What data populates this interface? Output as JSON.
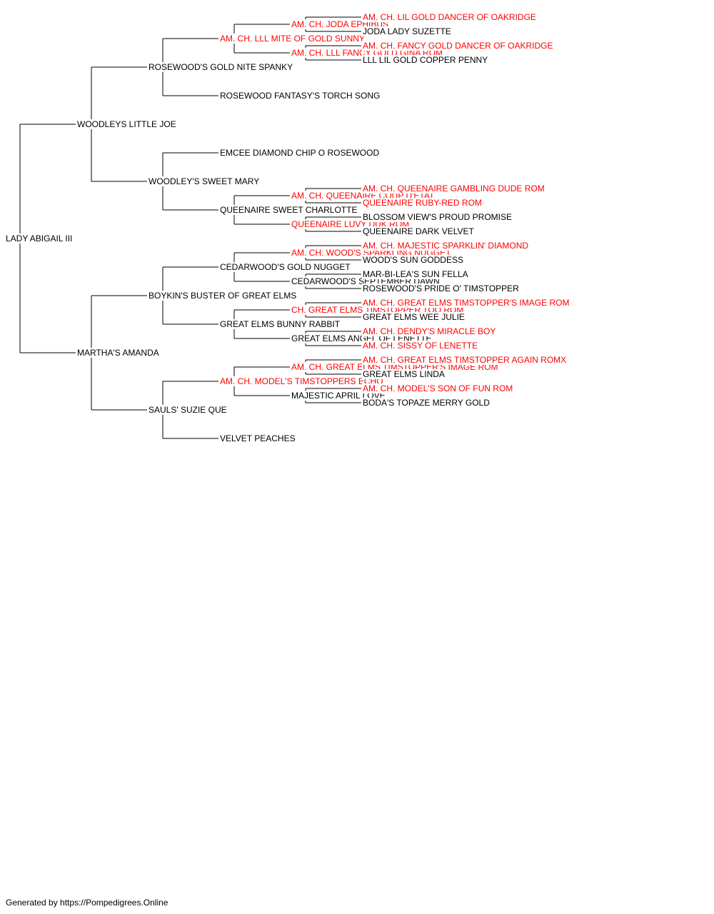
{
  "colors": {
    "champion": "#ff0000",
    "normal": "#000000",
    "line": "#000000"
  },
  "pedigree": {
    "subject": {
      "name": "LADY ABIGAIL III",
      "champion": false
    },
    "sire": {
      "name": "WOODLEYS LITTLE JOE",
      "champion": false,
      "sire": {
        "name": "ROSEWOOD'S GOLD NITE SPANKY",
        "champion": false,
        "sire": {
          "name": "AM. CH. LLL MITE OF GOLD SUNNY",
          "champion": true,
          "sire": {
            "name": "AM. CH. JODA EPHIBUS",
            "champion": true,
            "sire": {
              "name": "AM. CH. LIL GOLD DANCER OF OAKRIDGE",
              "champion": true
            },
            "dam": {
              "name": "JODA LADY SUZETTE",
              "champion": false
            }
          },
          "dam": {
            "name": "AM. CH. LLL FANCY GOLD GINA ROM",
            "champion": true,
            "sire": {
              "name": "AM. CH. FANCY GOLD DANCER OF OAKRIDGE",
              "champion": true
            },
            "dam": {
              "name": "LLL LIL GOLD COPPER PENNY",
              "champion": false
            }
          }
        },
        "dam": {
          "name": "ROSEWOOD FANTASY'S TORCH SONG",
          "champion": false
        }
      },
      "dam": {
        "name": "WOODLEY'S SWEET MARY",
        "champion": false,
        "sire": {
          "name": "EMCEE DIAMOND CHIP O ROSEWOOD",
          "champion": false
        },
        "dam": {
          "name": "QUEENAIRE SWEET CHARLOTTE",
          "champion": false,
          "sire": {
            "name": "AM. CH. QUEENAIRE COUP D'ETAT",
            "champion": true,
            "sire": {
              "name": "AM. CH. QUEENAIRE GAMBLING DUDE ROM",
              "champion": true
            },
            "dam": {
              "name": "QUEENAIRE RUBY-RED ROM",
              "champion": true
            }
          },
          "dam": {
            "name": "QUEENAIRE LUVY DUK ROM",
            "champion": true,
            "sire": {
              "name": "BLOSSOM VIEW'S PROUD PROMISE",
              "champion": false
            },
            "dam": {
              "name": "QUEENAIRE DARK VELVET",
              "champion": false
            }
          }
        }
      }
    },
    "dam": {
      "name": "MARTHA'S AMANDA",
      "champion": false,
      "sire": {
        "name": "BOYKIN'S BUSTER OF GREAT ELMS",
        "champion": false,
        "sire": {
          "name": "CEDARWOOD'S GOLD NUGGET",
          "champion": false,
          "sire": {
            "name": "AM. CH. WOOD'S SPARKLING NUGGET",
            "champion": true,
            "sire": {
              "name": "AM. CH. MAJESTIC SPARKLIN' DIAMOND",
              "champion": true
            },
            "dam": {
              "name": "WOOD'S SUN GODDESS",
              "champion": false
            }
          },
          "dam": {
            "name": "CEDARWOOD'S SEPTEMBER DAWN",
            "champion": false,
            "sire": {
              "name": "MAR-BI-LEA'S SUN FELLA",
              "champion": false
            },
            "dam": {
              "name": "ROSEWOOD'S PRIDE O' TIMSTOPPER",
              "champion": false
            }
          }
        },
        "dam": {
          "name": "GREAT ELMS BUNNY RABBIT",
          "champion": false,
          "sire": {
            "name": "CH. GREAT ELMS TIMSTOPPER TOO ROM",
            "champion": true,
            "sire": {
              "name": "AM. CH. GREAT ELMS TIMSTOPPER'S IMAGE ROM",
              "champion": true
            },
            "dam": {
              "name": "GREAT ELMS WEE JULIE",
              "champion": false
            }
          },
          "dam": {
            "name": "GREAT ELMS ANGEL OF LENETTE",
            "champion": false,
            "sire": {
              "name": "AM. CH. DENDY'S MIRACLE BOY",
              "champion": true
            },
            "dam": {
              "name": "AM. CH. SISSY OF LENETTE",
              "champion": true
            }
          }
        }
      },
      "dam": {
        "name": "SAULS' SUZIE QUE",
        "champion": false,
        "sire": {
          "name": "AM. CH. MODEL'S TIMSTOPPERS ECHO",
          "champion": true,
          "sire": {
            "name": "AM. CH. GREAT ELMS TIMSTOPPER'S IMAGE ROM",
            "champion": true,
            "sire": {
              "name": "AM. CH. GREAT ELMS TIMSTOPPER AGAIN ROMX",
              "champion": true
            },
            "dam": {
              "name": "GREAT ELMS LINDA",
              "champion": false
            }
          },
          "dam": {
            "name": "MAJESTIC APRIL LOVE",
            "champion": false,
            "sire": {
              "name": "AM. CH. MODEL'S SON OF FUN ROM",
              "champion": true
            },
            "dam": {
              "name": "BODA'S TOPAZE MERRY GOLD",
              "champion": false
            }
          }
        },
        "dam": {
          "name": "VELVET PEACHES",
          "champion": false
        }
      }
    }
  },
  "footer": {
    "text": "Generated by https://Pompedigrees.Online"
  }
}
